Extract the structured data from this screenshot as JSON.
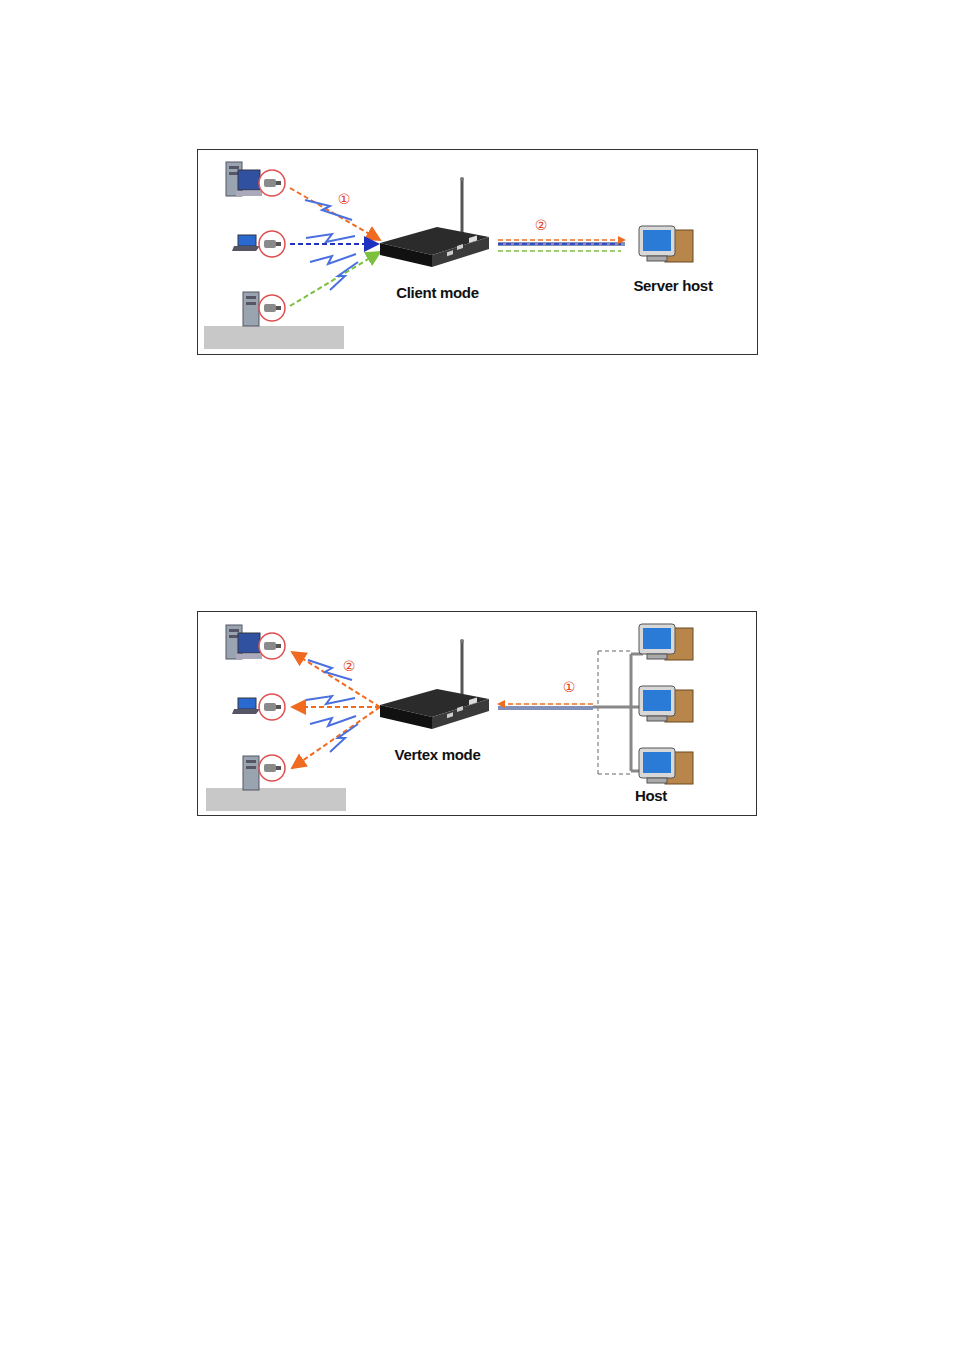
{
  "diagram": {
    "nodes": [
      {
        "text": [
          "Client mode"
        ]
      },
      {
        "text": [
          "Server host"
        ]
      },
      {
        "text": [
          "Vertex mode"
        ]
      },
      {
        "text": [
          "Host"
        ]
      }
    ],
    "edges": [
      {
        "from": 0,
        "to": 1,
        "label": "②",
        "arrow": "to"
      },
      {
        "from": 3,
        "to": 2,
        "label": "①",
        "arrow": "to"
      }
    ],
    "labels": [
      "①",
      "②"
    ]
  }
}
